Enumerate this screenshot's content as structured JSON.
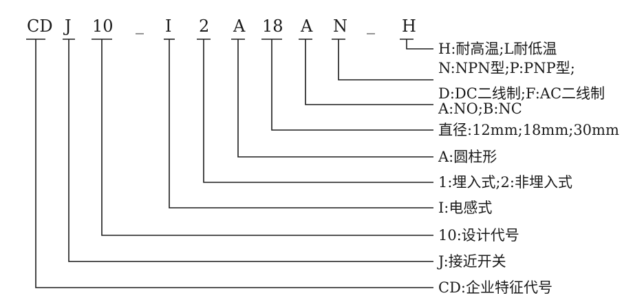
{
  "code_segments": [
    {
      "id": "cd",
      "text": "CD",
      "meaning": "CD:企业特征代号"
    },
    {
      "id": "j",
      "text": "J",
      "meaning": "J:接近开关"
    },
    {
      "id": "10",
      "text": "10",
      "meaning": "10:设计代号"
    },
    {
      "id": "sep1",
      "text": "_",
      "meaning": ""
    },
    {
      "id": "i",
      "text": "I",
      "meaning": "I:电感式"
    },
    {
      "id": "2",
      "text": "2",
      "meaning": "1:埋入式;2:非埋入式"
    },
    {
      "id": "a1",
      "text": "A",
      "meaning": "A:圆柱形"
    },
    {
      "id": "18",
      "text": "18",
      "meaning": "直径:12mm;18mm;30mm"
    },
    {
      "id": "a2",
      "text": "A",
      "meaning": "A:NO;B:NC",
      "meaning_extra": "D:DC二线制;F:AC二线制"
    },
    {
      "id": "n",
      "text": "N",
      "meaning": "N:NPN型;P:PNP型;"
    },
    {
      "id": "sep2",
      "text": "_",
      "meaning": ""
    },
    {
      "id": "h",
      "text": "H",
      "meaning": "H:耐高温;L耐低温"
    }
  ]
}
